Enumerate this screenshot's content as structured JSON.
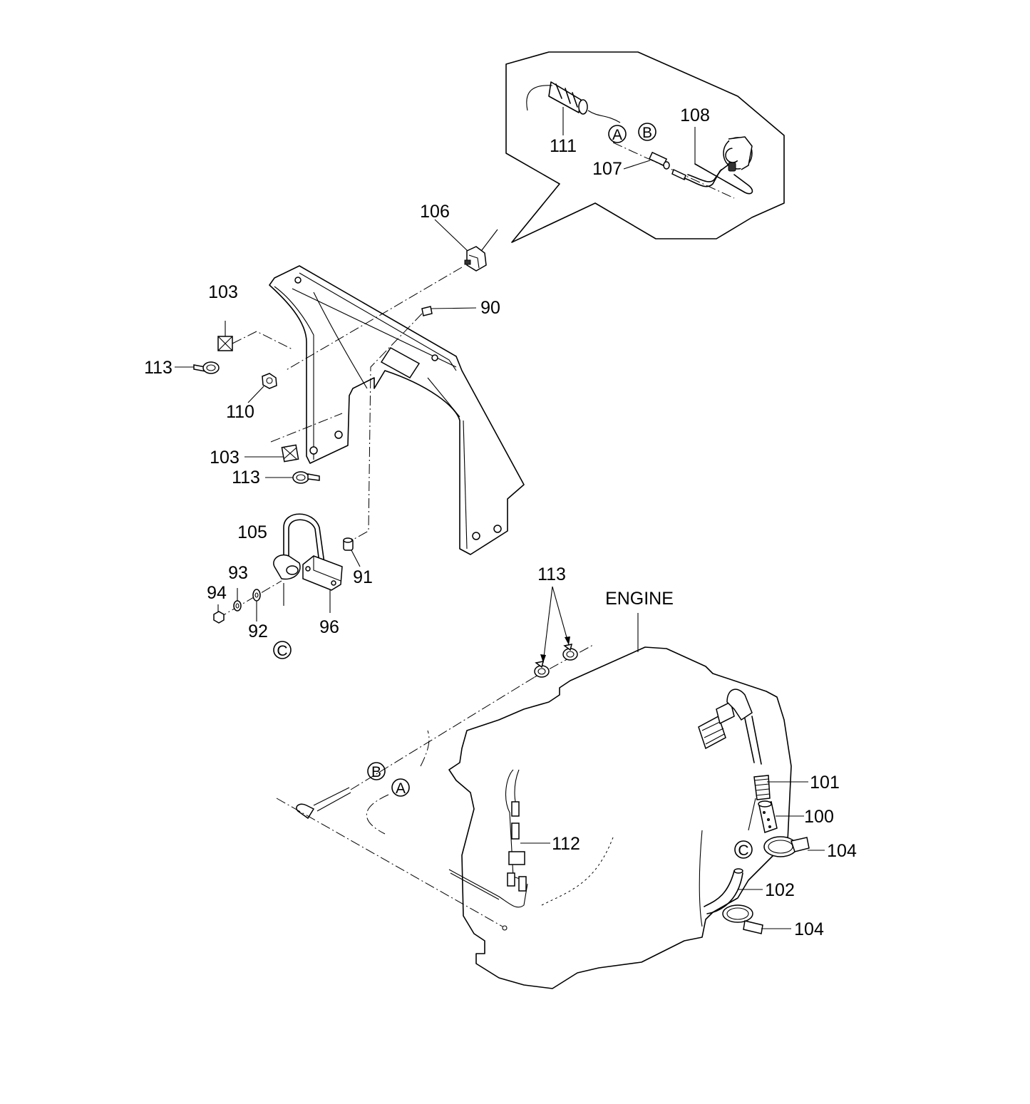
{
  "labels": {
    "p111": "111",
    "p108": "108",
    "p107": "107",
    "p106": "106",
    "p103a": "103",
    "p103b": "103",
    "p90": "90",
    "p113a": "113",
    "p113b": "113",
    "p113c": "113",
    "p110": "110",
    "p105": "105",
    "p93": "93",
    "p94": "94",
    "p92": "92",
    "p91": "91",
    "p96": "96",
    "engine": "ENGINE",
    "p101": "101",
    "p100": "100",
    "p104a": "104",
    "p104b": "104",
    "p112": "112",
    "p102": "102"
  },
  "connectors": {
    "a": "A",
    "b": "B",
    "c": "C"
  }
}
